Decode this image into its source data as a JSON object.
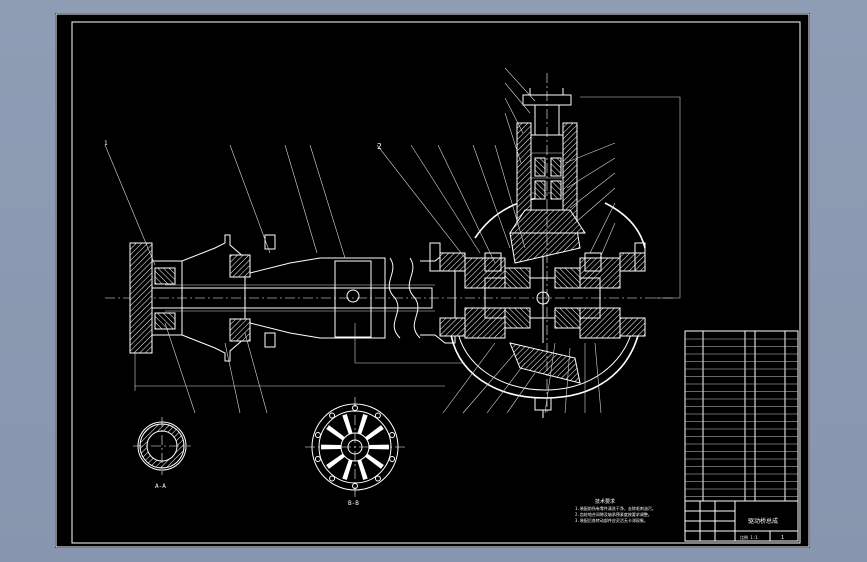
{
  "drawing": {
    "sheet_title": "驱动桥总成",
    "sheet_number": "1",
    "title_block_small": "比例 1:1",
    "notes_title": "技术要求",
    "notes": [
      "1.装配前所有零件清洗干净，去除毛刺油污。",
      "2.齿轮啮合间隙及轴承预紧度按要求调整。",
      "3.装配后各转动部件应灵活无卡滞现象。"
    ],
    "section_label_1": "A-A",
    "section_label_2": "B-B",
    "callout_main": "2",
    "callout_side": "1"
  },
  "colors": {
    "background_window": "#8d9bb3",
    "sheet": "#000000",
    "lines": "#ffffff"
  }
}
